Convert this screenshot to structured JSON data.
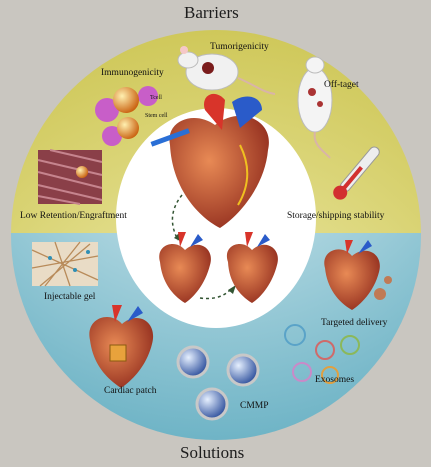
{
  "top_title": "Barriers",
  "bottom_title": "Solutions",
  "barriers": {
    "tumorigenicity": "Tumorigenicity",
    "immunogenicity": "Immunogenicity",
    "tcell": "Tcell",
    "stem_cell": "Stem cell",
    "off_target": "Off-taget",
    "low_retention": "Low Retention/Engraftment",
    "storage": "Storage/shipping stability"
  },
  "solutions": {
    "injectable_gel": "Injectable gel",
    "targeted_delivery": "Targeted delivery",
    "cardiac_patch": "Cardiac patch",
    "exosomes": "Exosomes",
    "cmmp": "CMMP"
  },
  "colors": {
    "barrier_ring": "#d8d26a",
    "solution_ring": "#8ec6d2",
    "background": "#c9c6c0",
    "center": "#ffffff"
  }
}
